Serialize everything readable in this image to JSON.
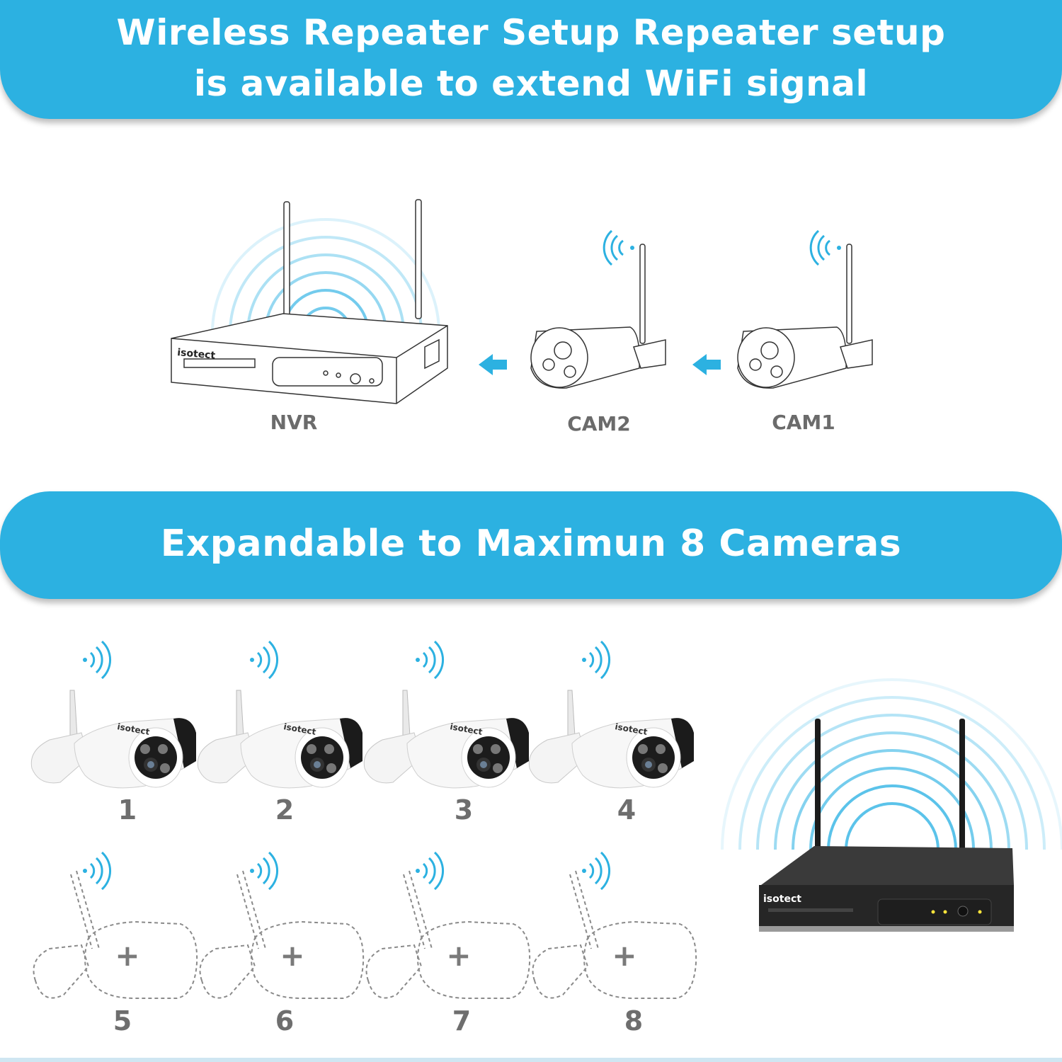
{
  "header": {
    "line1": "Wireless  Repeater Setup  Repeater setup",
    "line2": "is available to extend WiFi signal"
  },
  "repeater_diagram": {
    "nvr_label": "NVR",
    "cam2_label": "CAM2",
    "cam1_label": "CAM1",
    "brand": "isotect"
  },
  "section2": {
    "title": "Expandable to Maximun 8 Cameras"
  },
  "cameras": {
    "installed": [
      "1",
      "2",
      "3",
      "4"
    ],
    "expandable": [
      "5",
      "6",
      "7",
      "8"
    ],
    "brand": "isotect",
    "add_symbol": "+"
  },
  "nvr_device": {
    "brand": "isotect"
  },
  "colors": {
    "accent": "#2cb1e1",
    "label_gray": "#6b6b6b",
    "wave": "#5bc3ea"
  }
}
